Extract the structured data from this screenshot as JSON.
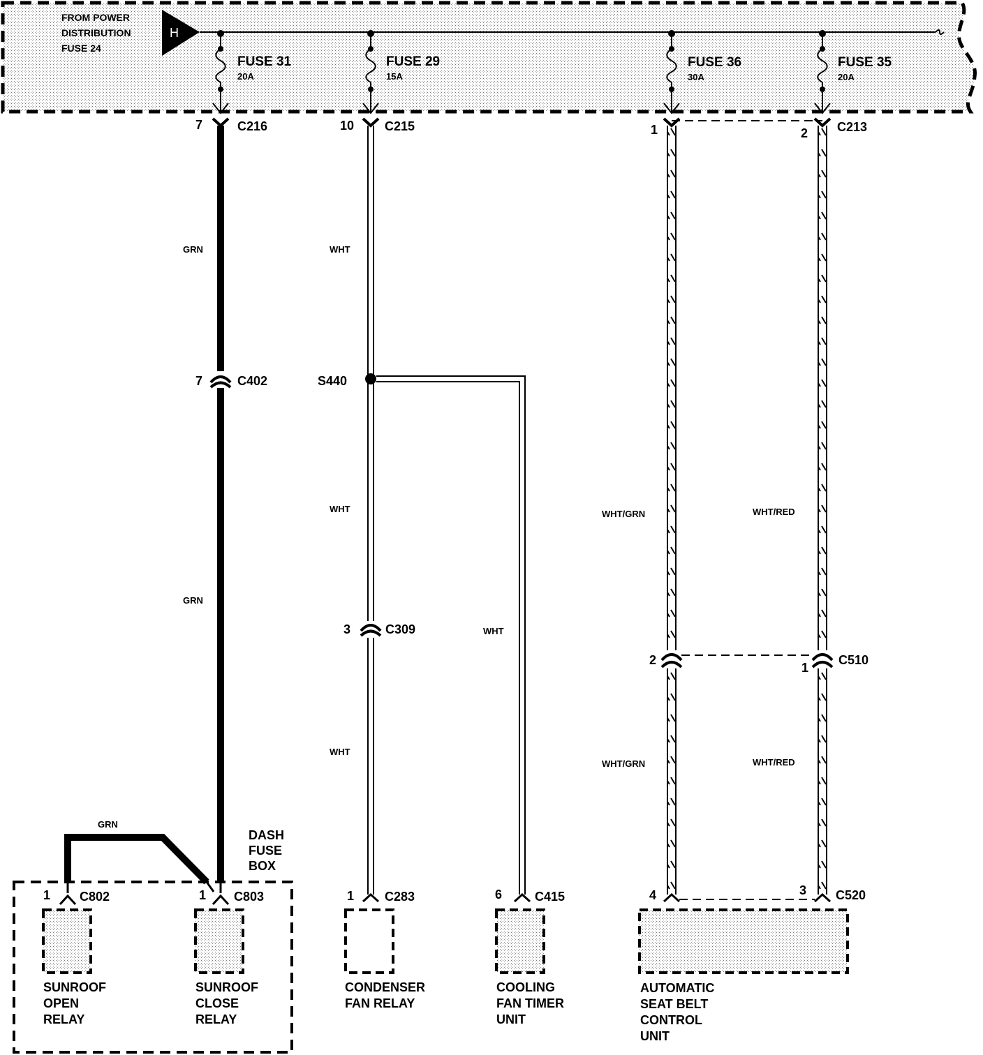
{
  "source": {
    "line1": "FROM POWER",
    "line2": "DISTRIBUTION",
    "line3": "FUSE 24",
    "connector_symbol": "H"
  },
  "fuses": [
    {
      "name": "FUSE 31",
      "rating": "20A"
    },
    {
      "name": "FUSE 29",
      "rating": "15A"
    },
    {
      "name": "FUSE 36",
      "rating": "30A"
    },
    {
      "name": "FUSE 35",
      "rating": "20A"
    }
  ],
  "top_connectors": {
    "c216": {
      "pin": "7",
      "name": "C216"
    },
    "c215": {
      "pin": "10",
      "name": "C215"
    },
    "c213": {
      "pin_a": "1",
      "pin_b": "2",
      "name": "C213"
    }
  },
  "wire_labels": {
    "grn_1": "GRN",
    "grn_2": "GRN",
    "grn_3": "GRN",
    "wht_1": "WHT",
    "wht_2": "WHT",
    "wht_3": "WHT",
    "wht_4": "WHT",
    "whtgrn_1": "WHT/GRN",
    "whtgrn_2": "WHT/GRN",
    "whtred_1": "WHT/RED",
    "whtred_2": "WHT/RED"
  },
  "mid_connectors": {
    "c402": {
      "pin": "7",
      "name": "C402"
    },
    "s440": {
      "name": "S440"
    },
    "c309": {
      "pin": "3",
      "name": "C309"
    },
    "c510": {
      "pin_a": "2",
      "pin_b": "1",
      "name": "C510"
    }
  },
  "dash_fuse_box": {
    "line1": "DASH",
    "line2": "FUSE",
    "line3": "BOX"
  },
  "bottom_connectors": {
    "c802": {
      "pin": "1",
      "name": "C802"
    },
    "c803": {
      "pin": "1",
      "name": "C803"
    },
    "c283": {
      "pin": "1",
      "name": "C283"
    },
    "c415": {
      "pin": "6",
      "name": "C415"
    },
    "c520": {
      "pin_a": "4",
      "pin_b": "3",
      "name": "C520"
    }
  },
  "components": {
    "sunroof_open": [
      "SUNROOF",
      "OPEN",
      "RELAY"
    ],
    "sunroof_close": [
      "SUNROOF",
      "CLOSE",
      "RELAY"
    ],
    "condenser": [
      "CONDENSER",
      "FAN RELAY"
    ],
    "cooling_timer": [
      "COOLING",
      "FAN TIMER",
      "UNIT"
    ],
    "seat_belt": [
      "AUTOMATIC",
      "SEAT BELT",
      "CONTROL",
      "UNIT"
    ]
  }
}
